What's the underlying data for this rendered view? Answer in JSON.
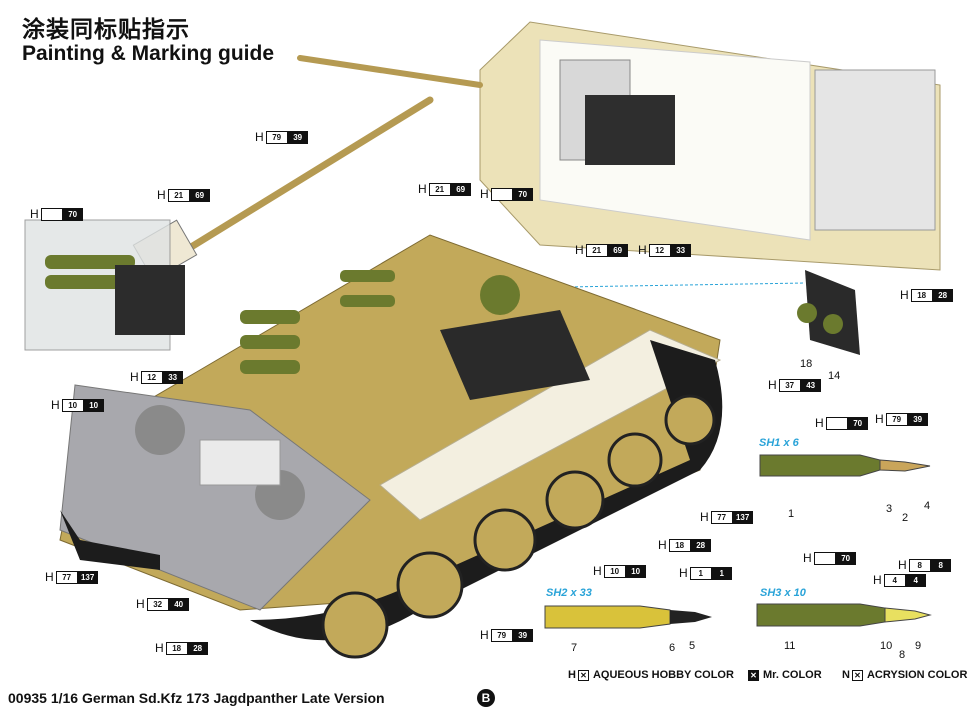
{
  "header": {
    "title_cn": "涂装同标贴指示",
    "title_en": "Painting & Marking guide"
  },
  "footer": {
    "text": "00935 1/16 German Sd.Kfz 173 Jagdpanther Late Version",
    "badge": "B"
  },
  "tags": [
    {
      "id": "t1",
      "h": "H",
      "w": "79",
      "b": "39"
    },
    {
      "id": "t2",
      "h": "H",
      "w": "21",
      "b": "69"
    },
    {
      "id": "t3",
      "h": "H",
      "w": "",
      "b": "70"
    },
    {
      "id": "t4",
      "h": "H",
      "w": "12",
      "b": "33"
    },
    {
      "id": "t5",
      "h": "H",
      "w": "21",
      "b": "69"
    },
    {
      "id": "t6",
      "h": "H",
      "w": "",
      "b": "70"
    },
    {
      "id": "t7",
      "h": "H",
      "w": "21",
      "b": "69"
    },
    {
      "id": "t8",
      "h": "H",
      "w": "12",
      "b": "33"
    },
    {
      "id": "t9",
      "h": "H",
      "w": "18",
      "b": "28"
    },
    {
      "id": "t10",
      "h": "H",
      "w": "37",
      "b": "43"
    },
    {
      "id": "t11",
      "h": "H",
      "w": "10",
      "b": "10"
    },
    {
      "id": "t12",
      "h": "H",
      "w": "",
      "b": "70"
    },
    {
      "id": "t13",
      "h": "H",
      "w": "79",
      "b": "39"
    },
    {
      "id": "t14",
      "h": "H",
      "w": "77",
      "b": "137"
    },
    {
      "id": "t15",
      "h": "H",
      "w": "77",
      "b": "137"
    },
    {
      "id": "t16",
      "h": "H",
      "w": "32",
      "b": "40"
    },
    {
      "id": "t17",
      "h": "H",
      "w": "18",
      "b": "28"
    },
    {
      "id": "t18",
      "h": "H",
      "w": "79",
      "b": "39"
    },
    {
      "id": "t19",
      "h": "H",
      "w": "18",
      "b": "28"
    },
    {
      "id": "t20",
      "h": "H",
      "w": "10",
      "b": "10"
    },
    {
      "id": "t21",
      "h": "H",
      "w": "1",
      "b": "1"
    },
    {
      "id": "t22",
      "h": "H",
      "w": "",
      "b": "70"
    },
    {
      "id": "t23",
      "h": "H",
      "w": "8",
      "b": "8"
    },
    {
      "id": "t24",
      "h": "H",
      "w": "4",
      "b": "4"
    }
  ],
  "ammo": [
    {
      "id": "sh1",
      "label": "SH1 x 6",
      "parts": [
        "1",
        "2",
        "3",
        "4"
      ]
    },
    {
      "id": "sh2",
      "label": "SH2 x 33",
      "parts": [
        "5",
        "6",
        "7"
      ]
    },
    {
      "id": "sh3",
      "label": "SH3 x 10",
      "parts": [
        "8",
        "9",
        "10",
        "11"
      ]
    }
  ],
  "callouts": [
    "18",
    "14"
  ],
  "legend": [
    {
      "prefix": "H",
      "text": "AQUEOUS HOBBY COLOR"
    },
    {
      "prefix": "",
      "text": "Mr. COLOR"
    },
    {
      "prefix": "N",
      "text": "ACRYSION COLOR"
    }
  ],
  "colors": {
    "dunkelgelb": "#c2a95a",
    "olive": "#6b7a2e",
    "grey": "#a8a8ad",
    "track": "#1c1c1c",
    "white": "#f3efe0",
    "brass": "#d9c23a"
  }
}
